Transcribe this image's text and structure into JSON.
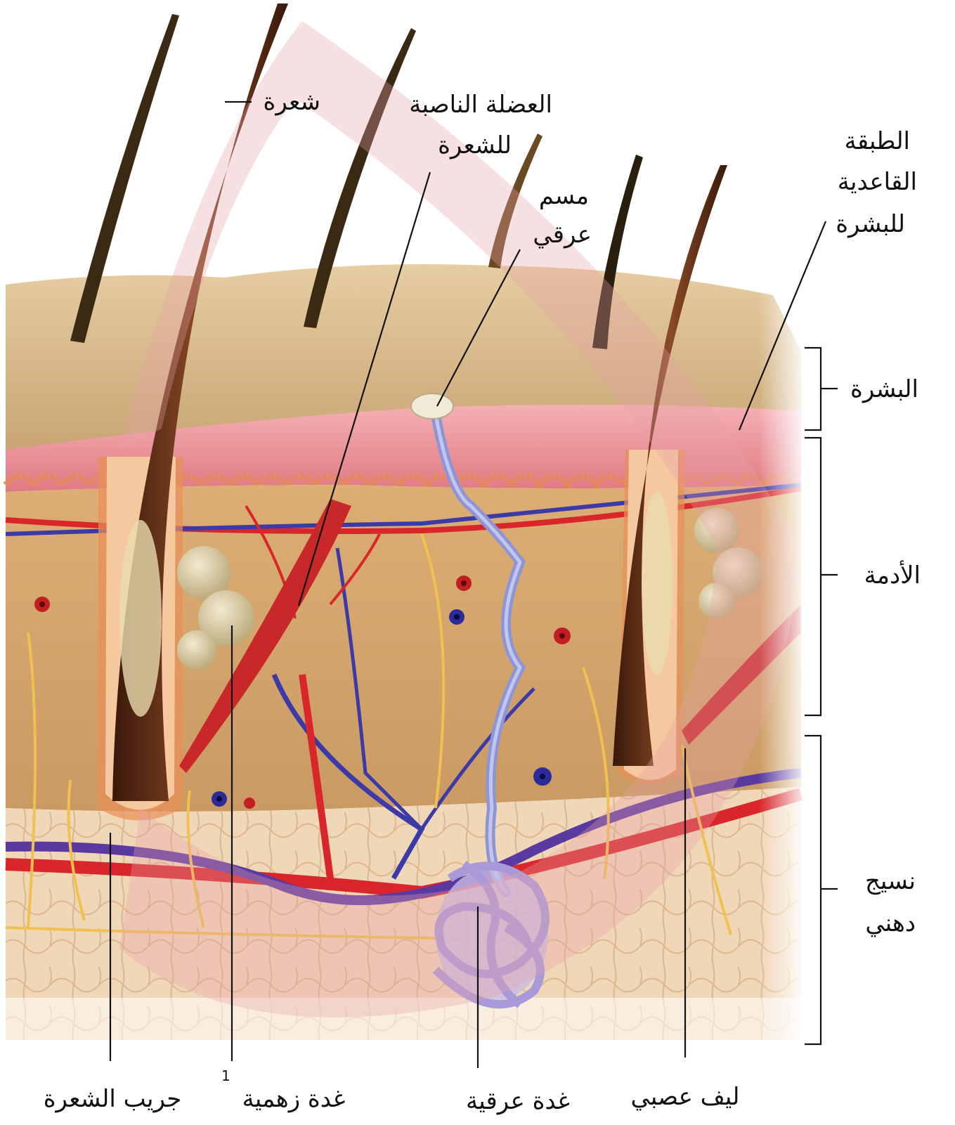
{
  "labels": {
    "hair": "شعرة",
    "arrector_pili_line1": "العضلة الناصبة",
    "arrector_pili_line2": "للشعرة",
    "sweat_pore_line1": "مسم",
    "sweat_pore_line2": "عرقي",
    "basal_layer_line1": "الطبقة",
    "basal_layer_line2": "القاعدية",
    "basal_layer_line3": "للبشرة",
    "epidermis": "البشرة",
    "dermis": "الأدمة",
    "subcutaneous_line1": "نسيج",
    "subcutaneous_line2": "دهني",
    "hair_follicle": "جريب الشعرة",
    "sebaceous_gland": "غدة زهمية",
    "sebaceous_footnote": "1",
    "sweat_gland": "غدة عرقية",
    "nerve_fiber": "ليف عصبي"
  },
  "colors": {
    "surface": "#d9b98a",
    "epidermis": "#e88a8f",
    "dermis": "#d7a66a",
    "fat": "#f2dcc0",
    "artery": "#d8262a",
    "vein": "#3b3aa8",
    "nerve": "#f0c050",
    "hair": "#5a2a14",
    "sweat_duct": "#9aa0d8",
    "watermark": "#e8a0a8"
  }
}
